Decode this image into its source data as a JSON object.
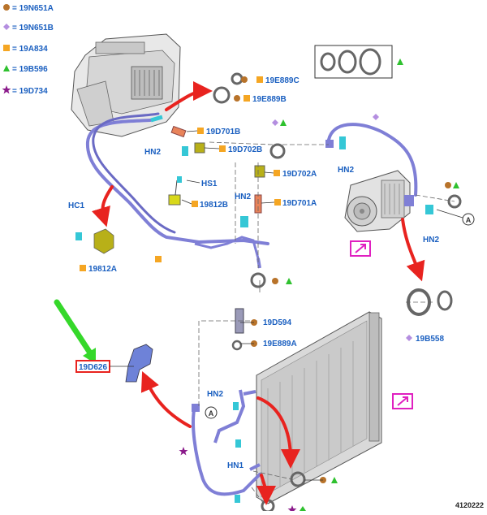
{
  "legend": [
    {
      "symbol": "circle",
      "color": "#b8732a",
      "code": "19N651A"
    },
    {
      "symbol": "diamond",
      "color": "#b48ee0",
      "code": "19N651B"
    },
    {
      "symbol": "square",
      "color": "#f5a623",
      "code": "19A834"
    },
    {
      "symbol": "triangle",
      "color": "#2fc12f",
      "code": "19B596"
    },
    {
      "symbol": "star",
      "color": "#8a1a8a",
      "code": "19D734"
    }
  ],
  "labels": {
    "p19E889C": "19E889C",
    "p19E889B": "19E889B",
    "p19D701B": "19D701B",
    "p19D702B": "19D702B",
    "p19D702A": "19D702A",
    "p19D701A": "19D701A",
    "p19812B": "19812B",
    "p19812A": "19812A",
    "p19D594": "19D594",
    "p19E889A": "19E889A",
    "p19B558": "19B558",
    "p19D626": "19D626",
    "hn2_a": "HN2",
    "hn2_b": "HN2",
    "hn2_c": "HN2",
    "hn2_d": "HN2",
    "hn2_e": "HN2",
    "hn1": "HN1",
    "hs1": "HS1",
    "hc1": "HC1",
    "ref_a": "A",
    "ref_a2": "A",
    "figure_id": "4120222"
  },
  "colors": {
    "label_blue": "#1a5fc0",
    "callout_red": "#e8231f",
    "pointer_green": "#35d82a",
    "tube_purple": "#7f7fd6",
    "fitting_cyan": "#35c7d6",
    "note_magenta": "#e020c0",
    "legend_circle": "#b8732a",
    "legend_diamond": "#b48ee0",
    "legend_square": "#f5a623",
    "legend_triangle": "#2fc12f",
    "legend_star": "#8a1a8a"
  },
  "icons": [
    "heater-core-housing-icon",
    "compressor-icon",
    "condenser-icon",
    "o-ring-icon",
    "information-note-icon",
    "callout-arrow-icon"
  ]
}
